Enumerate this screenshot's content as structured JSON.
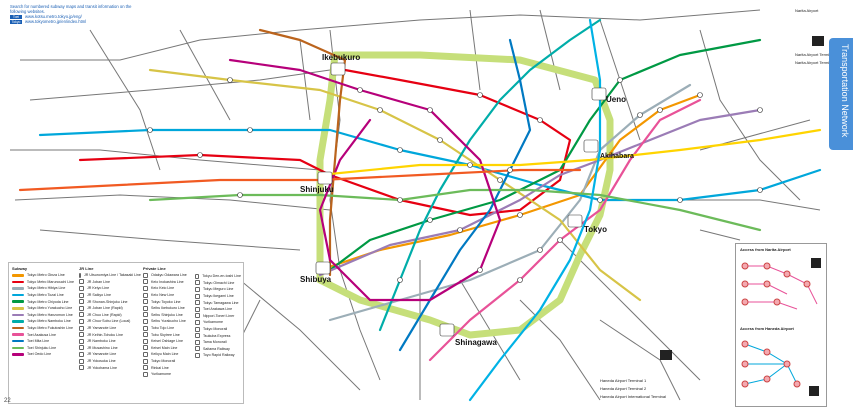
{
  "map": {
    "side_tab_label": "Transportation Network",
    "search_note": {
      "text": "Search for numbered subway maps and transit information on the following websites.",
      "toei_label": "Toei Subway",
      "toei_url": "www.kotsu.metro.tokyo.jp/eng/",
      "metro_label": "Tokyo Metro",
      "metro_url": "www.tokyometro.jp/en/index.html"
    },
    "page_number": "22",
    "hub_labels": {
      "ikebukuro": "Ikebukuro",
      "ueno": "Ueno",
      "akihabara": "Akihabara",
      "shinjuku": "Shinjuku",
      "tokyo": "Tokyo",
      "shibuya": "Shibuya",
      "shinagawa": "Shinagawa"
    },
    "airport_labels": {
      "narita_airport": "Narita Airport",
      "narita_t1": "Narita Airport Terminal 1",
      "narita_t2": "Narita Airport Terminal 2·3",
      "haneda_t1": "Haneda Airport Terminal 1",
      "haneda_t2": "Haneda Airport Terminal 2",
      "haneda_intl": "Haneda Airport International Terminal"
    },
    "lines_colors": {
      "jr_yamanote": "#9acd32",
      "ginza": "#f39700",
      "marunouchi": "#e60012",
      "hibiya": "#9caeb7",
      "tozai": "#00a7db",
      "chiyoda": "#009944",
      "yurakucho": "#d7c447",
      "hanzomon": "#9b7cb6",
      "namboku": "#00ada9",
      "fukutoshin": "#bb641d",
      "asakusa": "#e85298",
      "mita": "#0079c2",
      "shinjuku_line": "#6cbb5a",
      "oedo": "#b6007a",
      "chuo": "#f15a22",
      "sobu": "#ffd400",
      "keihin": "#00b2e5",
      "private": "#555555"
    },
    "legend": {
      "subway_title": "Subway",
      "subway_items": [
        {
          "label": "Tokyo Metro Ginza Line",
          "color": "#f39700"
        },
        {
          "label": "Tokyo Metro Marunouchi Line",
          "color": "#e60012"
        },
        {
          "label": "Tokyo Metro Hibiya Line",
          "color": "#9caeb7"
        },
        {
          "label": "Tokyo Metro Tozai Line",
          "color": "#00a7db"
        },
        {
          "label": "Tokyo Metro Chiyoda Line",
          "color": "#009944"
        },
        {
          "label": "Tokyo Metro Yurakucho Line",
          "color": "#d7c447"
        },
        {
          "label": "Tokyo Metro Hanzomon Line",
          "color": "#9b7cb6"
        },
        {
          "label": "Tokyo Metro Namboku Line",
          "color": "#00ada9"
        },
        {
          "label": "Tokyo Metro Fukutoshin Line",
          "color": "#bb641d"
        },
        {
          "label": "Toei Asakusa Line",
          "color": "#e85298"
        },
        {
          "label": "Toei Mita Line",
          "color": "#0079c2"
        },
        {
          "label": "Toei Shinjuku Line",
          "color": "#6cbb5a"
        },
        {
          "label": "Toei Oedo Line",
          "color": "#b6007a"
        }
      ],
      "jr_title": "JR Line",
      "jr_items": [
        "JR Utsunomiya Line / Takasaki Line",
        "JR Joban Line",
        "JR Keiyo Line",
        "JR Saikyo Line",
        "JR Shonan-Shinjuku Line",
        "JR Joban Line (Rapid)",
        "JR Chuo Line (Rapid)",
        "JR Chuo·Sobu Line (Local)",
        "JR Yamanote Line",
        "JR Keihin-Tohoku Line",
        "JR Namboku Line",
        "JR Musashino Line",
        "JR Yamanote Line",
        "JR Yokosuka Line",
        "JR Yokohama Line"
      ],
      "private_title": "Private Line",
      "private_items": [
        "Odakyu Odawara Line",
        "Keio Inokashira Line",
        "Keio Keio Line",
        "Keio New Line",
        "Tokyu Toyoko Line",
        "Seibu Ikebukuro Line",
        "Seibu Shinjuku Line",
        "Seibu Yurakucho Line",
        "Tobu Tojo Line",
        "Tobu Skytree Line",
        "Keisei Oshiage Line",
        "Keisei Main Line",
        "Keikyu Main Line",
        "Tokyo Monorail",
        "Rinkai Line",
        "Yurikamome"
      ],
      "extra_items": [
        "Tokyu Den-en-toshi Line",
        "Tokyu Oimachi Line",
        "Tokyu Meguro Line",
        "Tokyu Ikegami Line",
        "Tokyu Tamagawa Line",
        "Toei Arakawa Line",
        "Nippori-Toneri Liner",
        "Yurikamome",
        "Tokyo Monorail",
        "Tsukuba Express",
        "Tama Monorail",
        "Saitama Railway",
        "Toyo Rapid Railway"
      ]
    },
    "airport_panel": {
      "narita_title": "Access from Narita Airport",
      "haneda_title": "Access from Haneda Airport"
    }
  }
}
